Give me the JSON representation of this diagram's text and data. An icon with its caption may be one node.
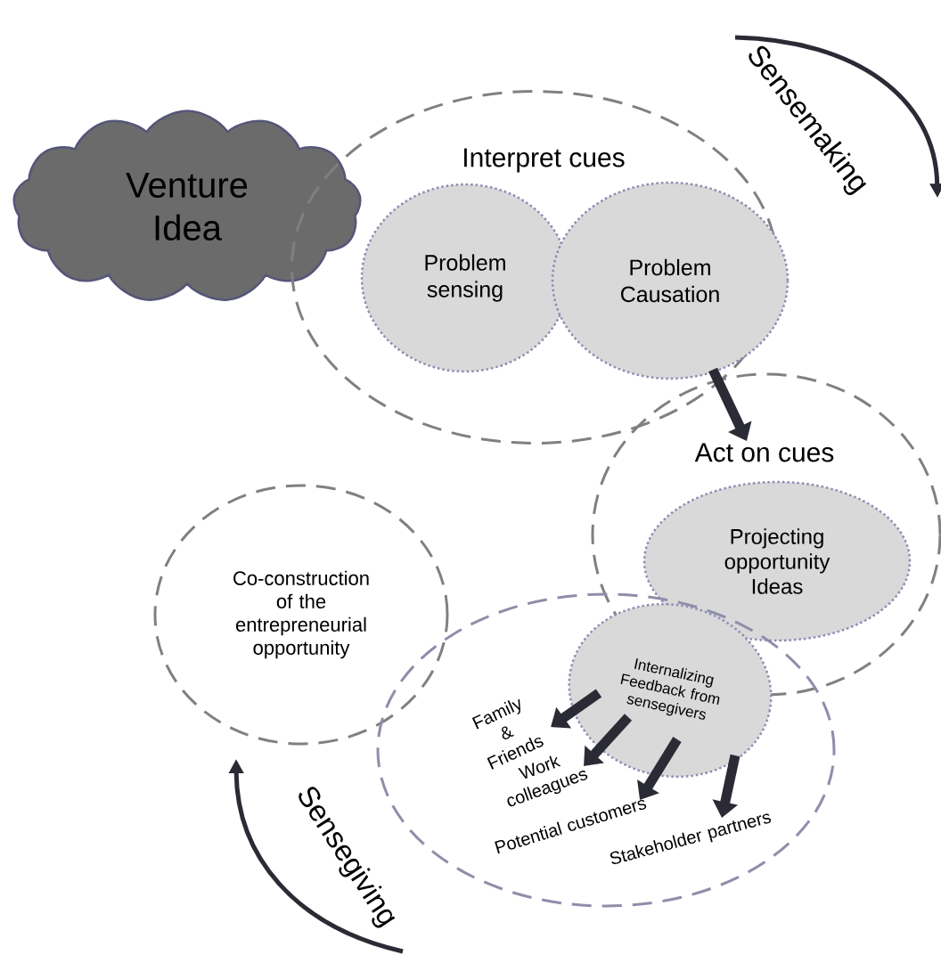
{
  "diagram": {
    "nodes": [
      {
        "text": [
          "Venture Idea"
        ]
      },
      {
        "text": [
          "Interpret cues"
        ]
      },
      {
        "text": [
          "Problem sensing"
        ],
        "in": 1
      },
      {
        "text": [
          "Problem Causation"
        ],
        "in": 1
      },
      {
        "text": [
          "Act on cues"
        ]
      },
      {
        "text": [
          "Projecting opportunity Ideas"
        ],
        "in": 4
      },
      {
        "text": [
          "Co-construction of the entrepreneurial opportunity"
        ]
      },
      {
        "text": [],
        "shape": "circle"
      },
      {
        "text": [
          "Internalizing Feedback from sensegivers"
        ],
        "in": 7
      },
      {
        "text": [
          "Family & Friends"
        ],
        "in": 7
      },
      {
        "text": [
          "Work colleagues"
        ],
        "in": 7
      },
      {
        "text": [
          "Potential customers"
        ],
        "in": 7
      },
      {
        "text": [
          "Stakeholder partners"
        ],
        "in": 7
      }
    ],
    "edges": [
      {
        "from": 3,
        "to": 4,
        "arrow": "to"
      },
      {
        "from": 8,
        "to": 9,
        "arrow": "to"
      },
      {
        "from": 8,
        "to": 10,
        "arrow": "to"
      },
      {
        "from": 8,
        "to": 11,
        "arrow": "to"
      },
      {
        "from": 8,
        "to": 12,
        "arrow": "to"
      }
    ],
    "labels": [
      "Sensemaking",
      "Sensegiving"
    ]
  }
}
